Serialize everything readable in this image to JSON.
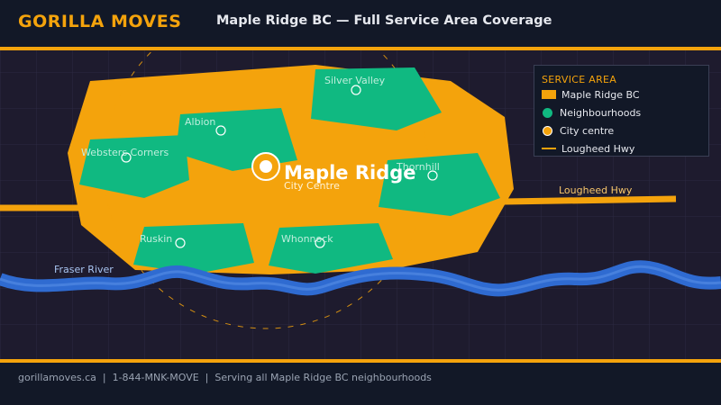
{
  "header": {
    "brand": "GORILLA MOVES",
    "title": "Maple Ridge BC — Full Service Area Coverage"
  },
  "map": {
    "city": {
      "name": "Maple Ridge",
      "sublabel": "City Centre"
    },
    "neighbourhoods": [
      {
        "id": "silver-valley",
        "name": "Silver Valley"
      },
      {
        "id": "albion",
        "name": "Albion"
      },
      {
        "id": "websters-corners",
        "name": "Websters Corners"
      },
      {
        "id": "thornhill",
        "name": "Thornhill"
      },
      {
        "id": "ruskin",
        "name": "Ruskin"
      },
      {
        "id": "whonnock",
        "name": "Whonnock"
      }
    ],
    "river_label": "Fraser River",
    "highway_label": "Lougheed Hwy"
  },
  "legend": {
    "title": "SERVICE AREA",
    "items": [
      {
        "label": "Maple Ridge BC",
        "kind": "swatch",
        "color": "#f4a30c"
      },
      {
        "label": "Neighbourhoods",
        "kind": "dot",
        "color": "#10b981"
      },
      {
        "label": "City centre",
        "kind": "dot-outline",
        "color": "#f4a30c"
      },
      {
        "label": "Lougheed Hwy",
        "kind": "line",
        "color": "#f4a30c"
      }
    ]
  },
  "footer": {
    "text": "gorillamoves.ca  |  1-844-MNK-MOVE  |  Serving all Maple Ridge BC neighbourhoods"
  },
  "colors": {
    "accent": "#f4a30c",
    "neighbourhood": "#10b981",
    "river": "#2f6bd1",
    "background": "#1e1b2e",
    "panel": "#121827"
  }
}
